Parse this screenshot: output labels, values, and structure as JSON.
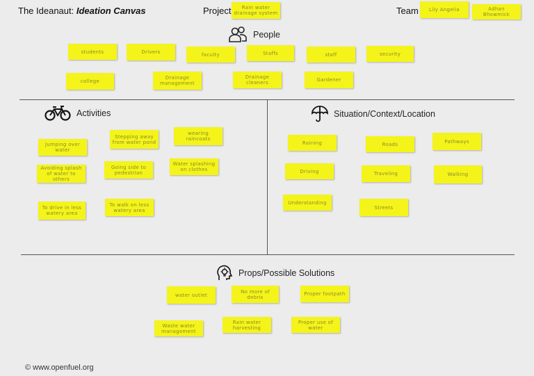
{
  "header": {
    "brand": "The Ideanaut:",
    "brand_em": "Ideation Canvas",
    "project_label": "Project:",
    "project_note": "Rain water drainage system",
    "team_label": "Team :",
    "team_notes": [
      "Lily Angelia",
      "Adhan Bhowmick"
    ]
  },
  "sections": {
    "people": "People",
    "activities": "Activities",
    "situation": "Situation/Context/Location",
    "props": "Props/Possible Solutions"
  },
  "people_notes": [
    "students",
    "Drivers",
    "faculty",
    "Staffs",
    "staff",
    "security",
    "college",
    "Drainage management",
    "Drainage cleaners",
    "Gardener"
  ],
  "activity_notes": [
    "Jumping over water",
    "Stepping away from water pond",
    "wearing raincoats",
    "Avoiding splash of water to others",
    "Going side to pedestrian",
    "Water splashing on clothes",
    "To drive in less watery area",
    "To walk on less watery area"
  ],
  "situation_notes": [
    "Raining",
    "Roads",
    "Pathways",
    "Driving",
    "Traveling",
    "Walking",
    "Understanding",
    "Streets"
  ],
  "props_notes": [
    "water outlet",
    "No more of debris",
    "Proper footpath",
    "Waste water management",
    "Rain water harvesting",
    "Proper use of water"
  ],
  "footer": "© www.openfuel.org",
  "colors": {
    "sticky_note": "#f4f41a",
    "background": "#ececec"
  },
  "icons": [
    "people-icon",
    "bicycle-icon",
    "umbrella-icon",
    "lightbulb-head-icon"
  ]
}
